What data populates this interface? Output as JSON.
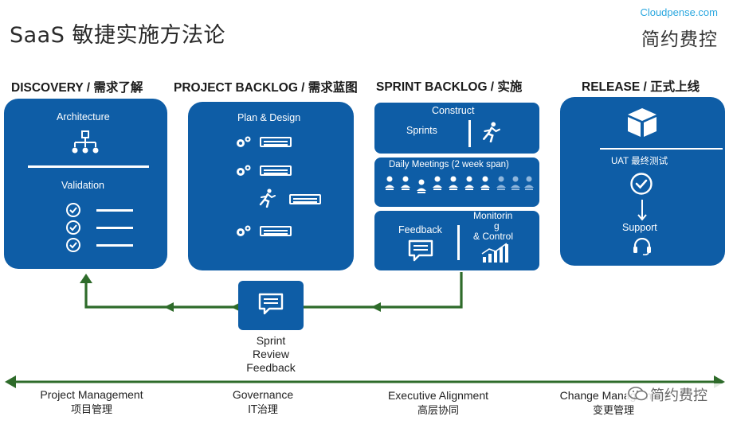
{
  "header": {
    "title": "SaaS 敏捷实施方法论",
    "brand_en": "Cloudpense.com",
    "brand_cn": "简约费控"
  },
  "columns": [
    {
      "heading": "DISCOVERY / 需求了解"
    },
    {
      "heading": "PROJECT BACKLOG / 需求蓝图"
    },
    {
      "heading": "SPRINT BACKLOG / 实施"
    },
    {
      "heading": "RELEASE / 正式上线"
    }
  ],
  "discovery": {
    "architecture": "Architecture",
    "validation": "Validation"
  },
  "project_backlog": {
    "plan_design": "Plan & Design"
  },
  "sprint_backlog": {
    "construct": "Construct",
    "sprints": "Sprints",
    "daily_meetings": "Daily Meetings (2 week span)",
    "feedback": "Feedback",
    "monitoring_line1": "Monitorin",
    "monitoring_line2": "g",
    "monitoring_line3": "& Control"
  },
  "release": {
    "uat": "UAT 最终测试",
    "support": "Support"
  },
  "review": {
    "line1": "Sprint",
    "line2": "Review",
    "line3": "Feedback"
  },
  "bottom": [
    {
      "en": "Project Management",
      "cn": "项目管理"
    },
    {
      "en": "Governance",
      "cn": "IT治理"
    },
    {
      "en": "Executive Alignment",
      "cn": "高层协同"
    },
    {
      "en": "Change Management",
      "cn": "变更管理"
    }
  ],
  "watermark": "简约费控",
  "colors": {
    "panel_blue": "#0e5da6",
    "arrow_green": "#2e6b2a",
    "brand_blue": "#2aa7df"
  }
}
